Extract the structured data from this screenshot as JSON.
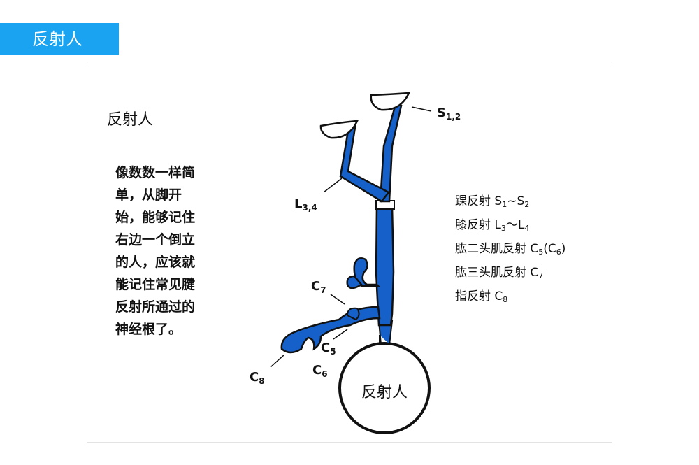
{
  "header": {
    "title": "反射人"
  },
  "panel": {
    "title": "反射人",
    "explanation": "像数数一样简\n单，从脚开\n始，能够记住\n右边一个倒立\n的人，应该就\n能记住常见腱\n反射所通过的\n神经根了。"
  },
  "figure": {
    "head_text": "反射人",
    "labels": {
      "s12": {
        "main": "S",
        "sub": "1,2"
      },
      "l34": {
        "main": "L",
        "sub": "3,4"
      },
      "c7": {
        "main": "C",
        "sub": "7"
      },
      "c5": {
        "main": "C",
        "sub": "5"
      },
      "c6": {
        "main": "C",
        "sub": "6"
      },
      "c8": {
        "main": "C",
        "sub": "8"
      }
    },
    "colors": {
      "body": "#1560c9",
      "outline": "#111111",
      "label": "#111111"
    }
  },
  "legend": [
    {
      "name": "踝反射",
      "seg": [
        [
          "S",
          "1"
        ],
        [
          "~",
          ""
        ],
        [
          "S",
          "2"
        ]
      ]
    },
    {
      "name": "膝反射",
      "seg": [
        [
          "L",
          "3"
        ],
        [
          "～",
          ""
        ],
        [
          "L",
          "4"
        ]
      ]
    },
    {
      "name": "肱二头肌反射",
      "seg": [
        [
          "C",
          "5"
        ],
        [
          "(C",
          ""
        ],
        [
          "",
          "6"
        ],
        [
          ")",
          ""
        ]
      ]
    },
    {
      "name": "肱三头肌反射",
      "seg": [
        [
          "C",
          "7"
        ]
      ]
    },
    {
      "name": "指反射",
      "seg": [
        [
          "C",
          "8"
        ]
      ]
    }
  ]
}
